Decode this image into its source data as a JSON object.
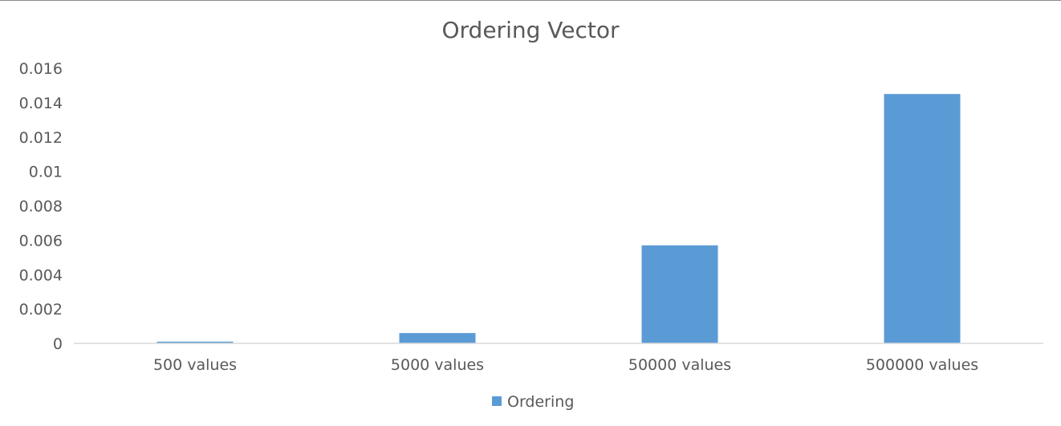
{
  "chart_data": {
    "type": "bar",
    "title": "Ordering Vector",
    "xlabel": "",
    "ylabel": "",
    "categories": [
      "500 values",
      "5000 values",
      "50000 values",
      "500000 values"
    ],
    "series": [
      {
        "name": "Ordering",
        "values": [
          0.0001,
          0.0006,
          0.0057,
          0.0145
        ],
        "color": "#5b9bd5"
      }
    ],
    "ylim": [
      0,
      0.016
    ],
    "yticks": [
      "0",
      "0.002",
      "0.004",
      "0.006",
      "0.008",
      "0.01",
      "0.012",
      "0.014",
      "0.016"
    ],
    "grid": false,
    "legend": "bottom"
  }
}
